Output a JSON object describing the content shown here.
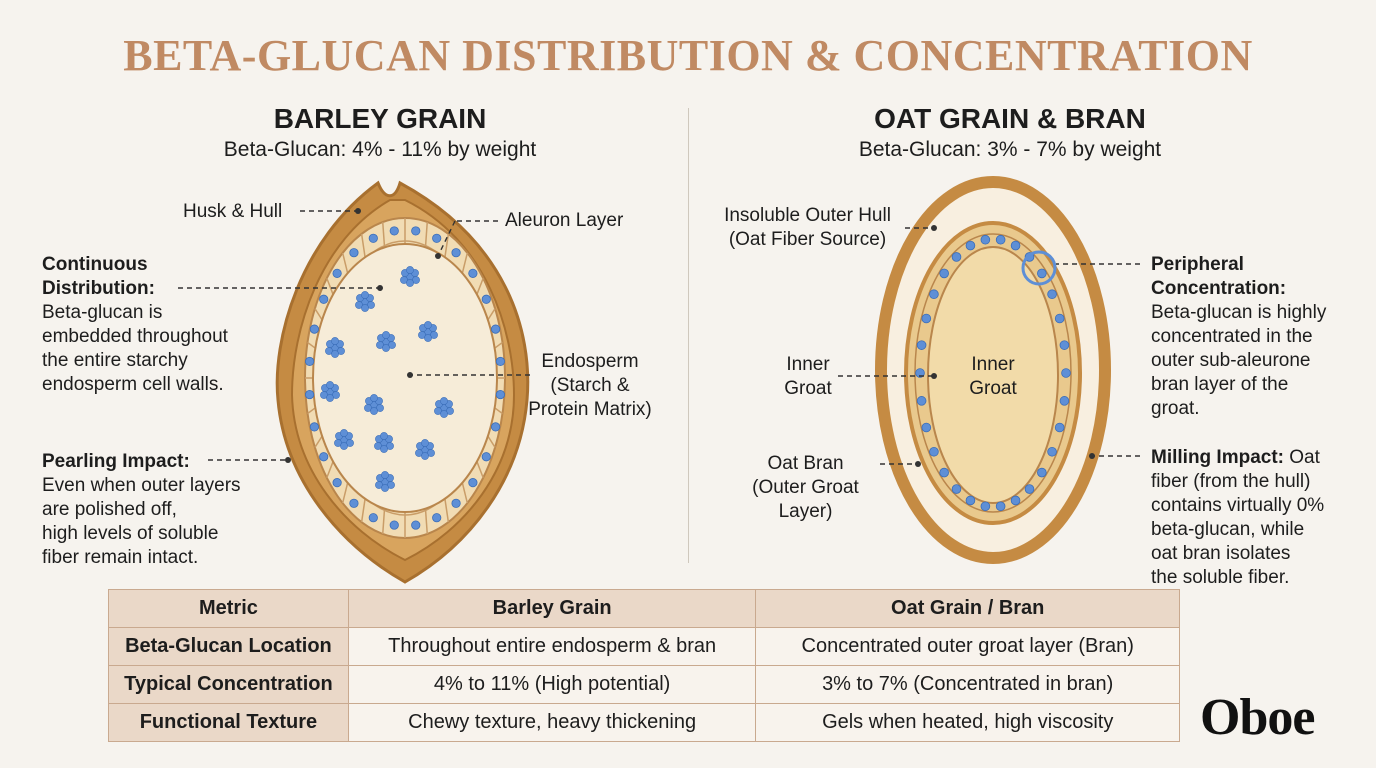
{
  "title": "BETA-GLUCAN DISTRIBUTION & CONCENTRATION",
  "barley": {
    "title": "BARLEY GRAIN",
    "subtitle": "Beta-Glucan: 4% - 11% by weight",
    "labels": {
      "husk": "Husk & Hull",
      "aleuron": "Aleuron Layer",
      "continuous_title": "Continuous",
      "continuous_title2": "Distribution:",
      "continuous_body": [
        "Beta-glucan is",
        "embedded throughout",
        "the entire starchy",
        "endosperm cell walls."
      ],
      "endosperm": [
        "Endosperm",
        "(Starch &",
        "Protein Matrix)"
      ],
      "pearling_title": "Pearling Impact:",
      "pearling_body": [
        "Even when outer layers",
        "are polished off,",
        "high levels of soluble",
        "fiber remain intact."
      ]
    }
  },
  "oat": {
    "title": "OAT GRAIN & BRAN",
    "subtitle": "Beta-Glucan: 3% - 7% by weight",
    "labels": {
      "hull": [
        "Insoluble Outer Hull",
        "(Oat Fiber Source)"
      ],
      "inner_groat_left": [
        "Inner",
        "Groat"
      ],
      "inner_groat_center": [
        "Inner",
        "Groat"
      ],
      "bran": [
        "Oat Bran",
        "(Outer Groat",
        "Layer)"
      ],
      "peripheral_title": [
        "Peripheral",
        "Concentration:"
      ],
      "peripheral_body": [
        "Beta-glucan is highly",
        "concentrated in the",
        "outer sub-aleurone",
        "bran layer of the",
        "groat."
      ],
      "milling_title": "Milling Impact:",
      "milling_body_first": " Oat",
      "milling_body": [
        "fiber (from the hull)",
        "contains virtually 0%",
        "beta-glucan, while",
        "oat bran isolates",
        "the soluble fiber."
      ]
    }
  },
  "table": {
    "headers": [
      "Metric",
      "Barley Grain",
      "Oat Grain / Bran"
    ],
    "rows": [
      [
        "Beta-Glucan Location",
        "Throughout entire endosperm & bran",
        "Concentrated outer groat layer (Bran)"
      ],
      [
        "Typical Concentration",
        "4% to 11% (High potential)",
        "3% to 7% (Concentrated in bran)"
      ],
      [
        "Functional Texture",
        "Chewy texture, heavy thickening",
        "Gels when heated, high viscosity"
      ]
    ]
  },
  "brand": "Oboe",
  "colors": {
    "title": "#c08a63",
    "husk": "#c58b43",
    "husk_dark": "#a8702f",
    "cell": "#f1dcb4",
    "endosperm": "#f6ecd8",
    "glucan": "#5e8fd6",
    "groat": "#f2dba9",
    "table_head": "#ead8c8"
  }
}
